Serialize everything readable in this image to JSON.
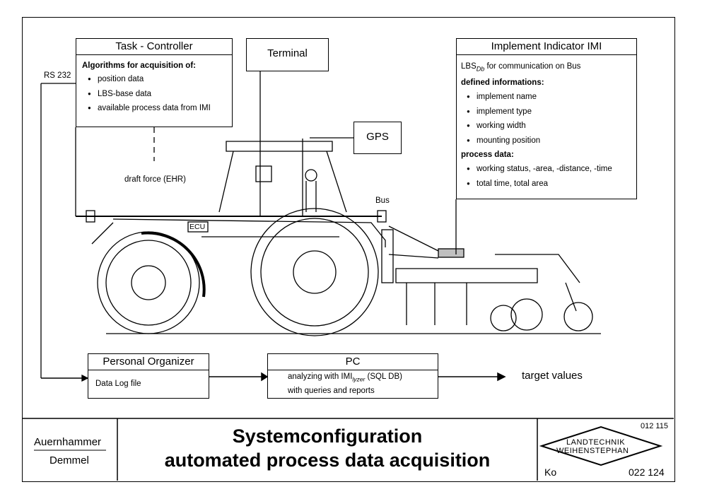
{
  "task_controller": {
    "title": "Task - Controller",
    "heading": "Algorithms for acquisition of:",
    "items": [
      "position data",
      "LBS-base data",
      "available process data from IMI"
    ]
  },
  "terminal": {
    "title": "Terminal"
  },
  "imi": {
    "title": "Implement Indicator IMI",
    "lbs_prefix": "LBS",
    "lbs_sub": "Db",
    "lbs_suffix": " for communication on Bus",
    "defined_heading": "defined informations:",
    "defined_items": [
      "implement name",
      "implement type",
      "working width",
      "mounting position"
    ],
    "process_heading": "process data:",
    "process_items": [
      "working status, -area, -distance, -time",
      "total time, total area"
    ]
  },
  "gps": {
    "title": "GPS"
  },
  "labels": {
    "rs232": "RS 232",
    "draft_force": "draft force (EHR)",
    "bus": "Bus",
    "ecu": "ECU",
    "target_values": "target values"
  },
  "personal_organizer": {
    "title": "Personal Organizer",
    "line": "Data Log file"
  },
  "pc": {
    "title": "PC",
    "line1_prefix": "analyzing with IMI",
    "line1_sub": "lyzer",
    "line1_suffix": "  (SQL DB)",
    "line2": "with queries and reports"
  },
  "footer": {
    "author1": "Auernhammer",
    "author2": "Demmel",
    "title_line1": "Systemconfiguration",
    "title_line2": "automated process data acquisition",
    "ref_top": "012 115",
    "logo_line1": "LANDTECHNIK",
    "logo_line2": "WEIHENSTEPHAN",
    "initials": "Ko",
    "ref_bottom": "022 124"
  }
}
